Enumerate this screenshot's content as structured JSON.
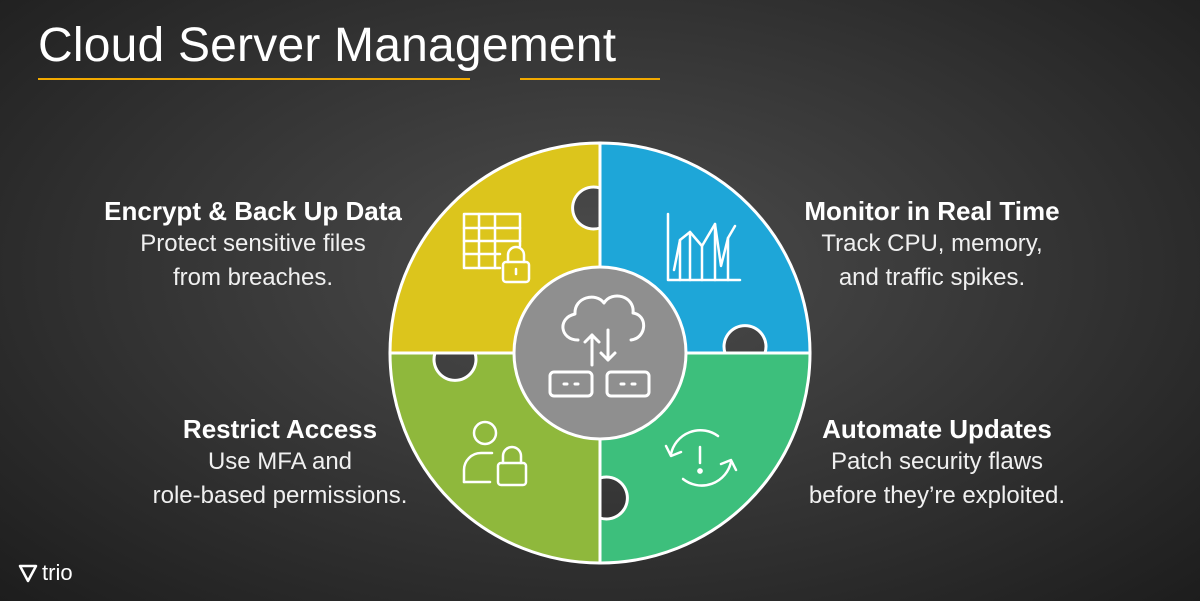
{
  "title": "Cloud Server Management",
  "brand": "trio",
  "colors": {
    "yellow": "#dcc51c",
    "blue": "#1ea6d8",
    "green": "#3dbf7c",
    "lime": "#8fb83c",
    "center": "#8f8f8f",
    "accent": "#f2a900"
  },
  "quadrants": {
    "top_left": {
      "heading": "Encrypt & Back Up Data",
      "line1": "Protect sensitive files",
      "line2": "from breaches.",
      "icon": "table-lock-icon"
    },
    "top_right": {
      "heading": "Monitor in Real Time",
      "line1": "Track CPU, memory,",
      "line2": "and traffic spikes.",
      "icon": "chart-icon"
    },
    "bottom_left": {
      "heading": "Restrict Access",
      "line1": "Use MFA and",
      "line2": "role-based permissions.",
      "icon": "user-lock-icon"
    },
    "bottom_right": {
      "heading": "Automate Updates",
      "line1": "Patch security flaws",
      "line2": "before they’re exploited.",
      "icon": "refresh-alert-icon"
    }
  },
  "center_icon": "cloud-server-sync-icon"
}
